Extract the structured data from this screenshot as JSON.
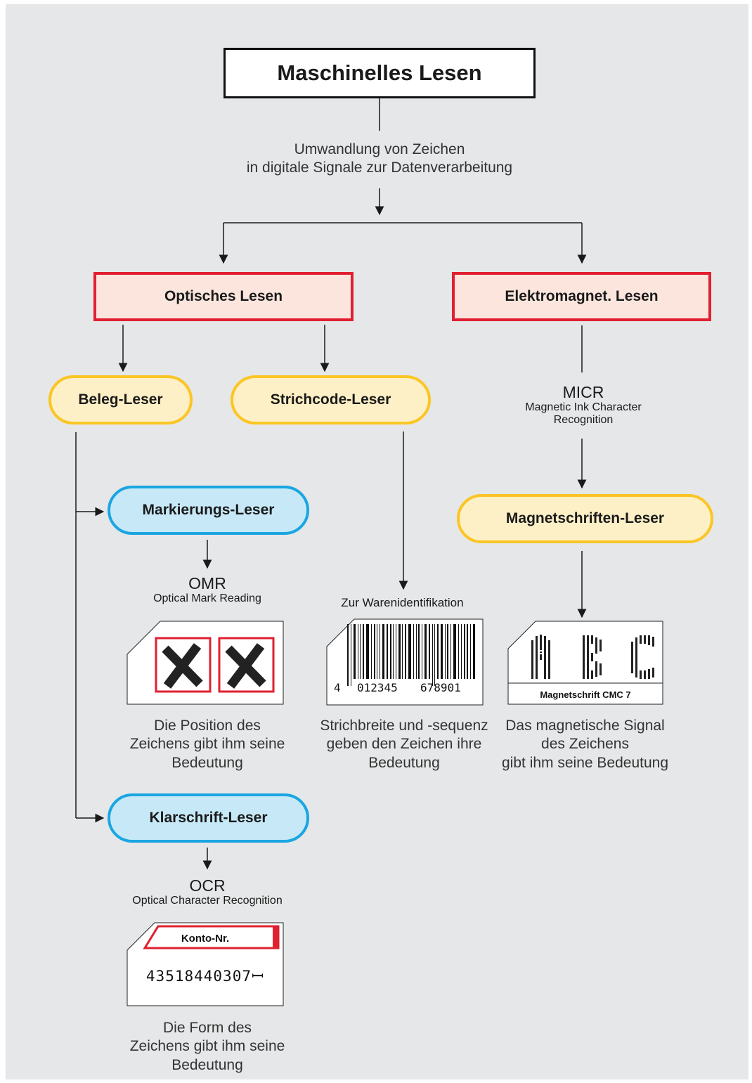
{
  "title": "Maschinelles Lesen",
  "intro": [
    "Umwandlung von Zeichen",
    "in digitale Signale zur Datenverarbeitung"
  ],
  "optical": {
    "label": "Optisches Lesen",
    "beleg": "Beleg-Leser",
    "strichcode": "Strichcode-Leser",
    "markierung": {
      "label": "Markierungs-Leser",
      "abbr": "OMR",
      "full": "Optical Mark Reading",
      "desc": [
        "Die Position des",
        "Zeichens gibt ihm seine",
        "Bedeutung"
      ]
    },
    "klarschrift": {
      "label": "Klarschrift-Leser",
      "abbr": "OCR",
      "full": "Optical Character Recognition",
      "card_title": "Konto-Nr.",
      "card_number": "43518440307ꟷ",
      "desc": [
        "Die Form des",
        "Zeichens gibt ihm seine",
        "Bedeutung"
      ]
    },
    "barcode": {
      "caption": "Zur Warenidentifikation",
      "digits_left": "4",
      "digits_mid": "012345",
      "digits_right": "678901",
      "desc": [
        "Strichbreite und -sequenz",
        "geben den Zeichen ihre",
        "Bedeutung"
      ]
    }
  },
  "magnetic": {
    "label": "Elektromagnet. Lesen",
    "abbr": "MICR",
    "full": [
      "Magnetic Ink Character",
      "Recognition"
    ],
    "reader": "Magnetschriften-Leser",
    "card_letters": "ABC",
    "card_caption": "Magnetschrift CMC 7",
    "desc": [
      "Das magnetische Signal",
      "des Zeichens",
      "gibt ihm seine Bedeutung"
    ]
  },
  "colors": {
    "red": "#e02030",
    "yellow": "#fbc524",
    "blue": "#1ba6e2",
    "background": "#e6e7e8"
  }
}
